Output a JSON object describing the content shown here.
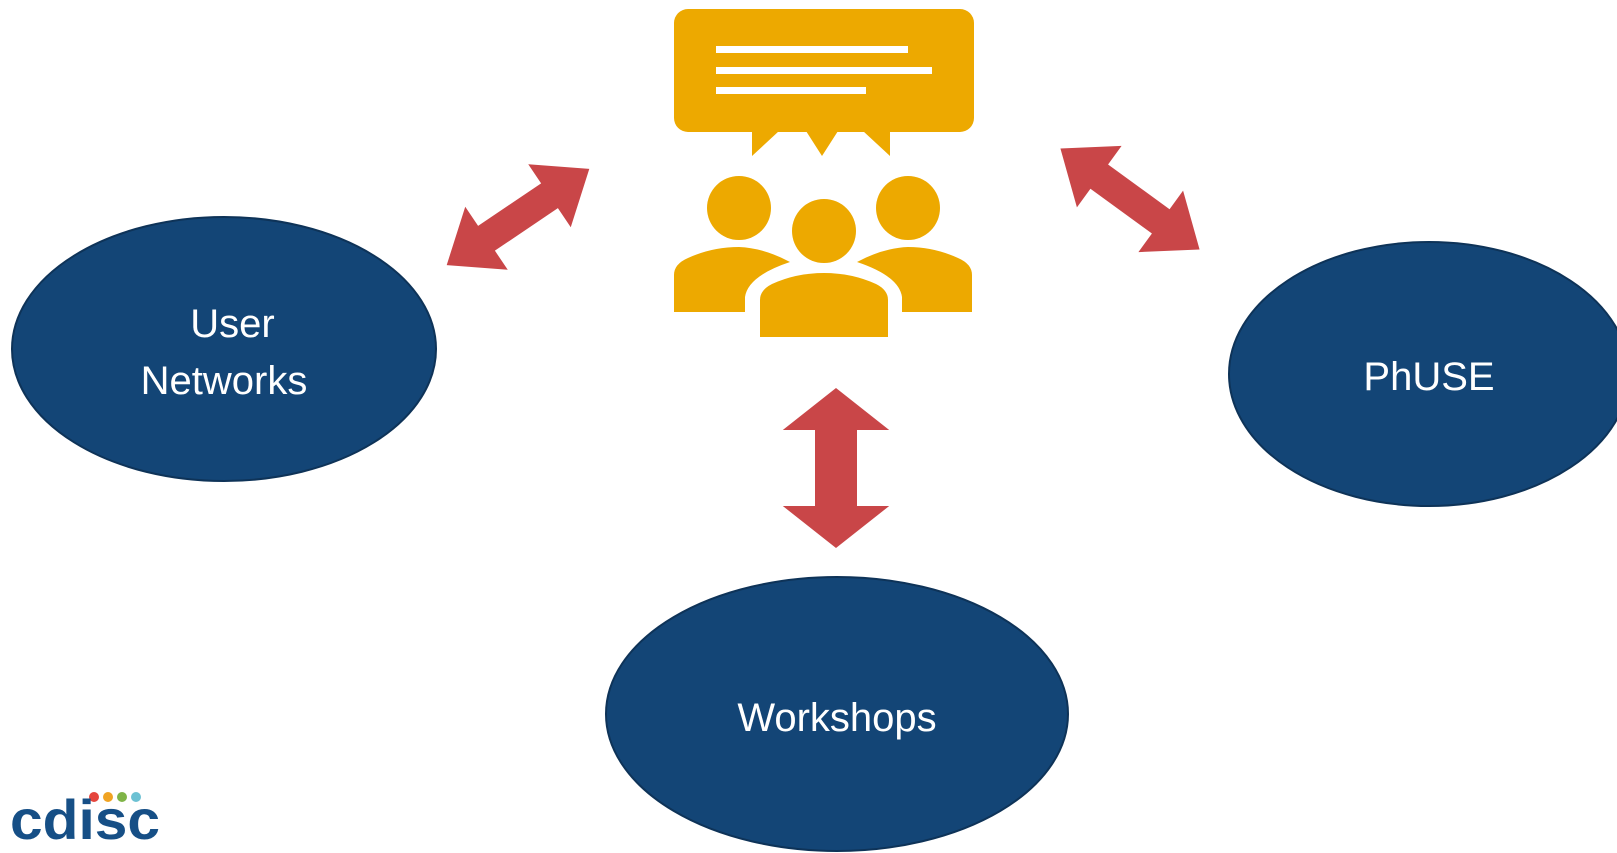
{
  "nodes": {
    "user_networks": {
      "line1": "User",
      "line2": "Networks"
    },
    "phuse": {
      "label": "PhUSE"
    },
    "workshops": {
      "label": "Workshops"
    }
  },
  "central_icon": {
    "icon": "community-discussion-icon",
    "color": "#eda900"
  },
  "colors": {
    "node_fill": "#134576",
    "node_stroke": "#0e3358",
    "arrow_fill": "#c94648",
    "logo_blue": "#164f86",
    "logo_dots": [
      "#e5453c",
      "#f0a322",
      "#7fb447",
      "#6cc1d3"
    ]
  },
  "logo": {
    "text": "cdisc"
  }
}
